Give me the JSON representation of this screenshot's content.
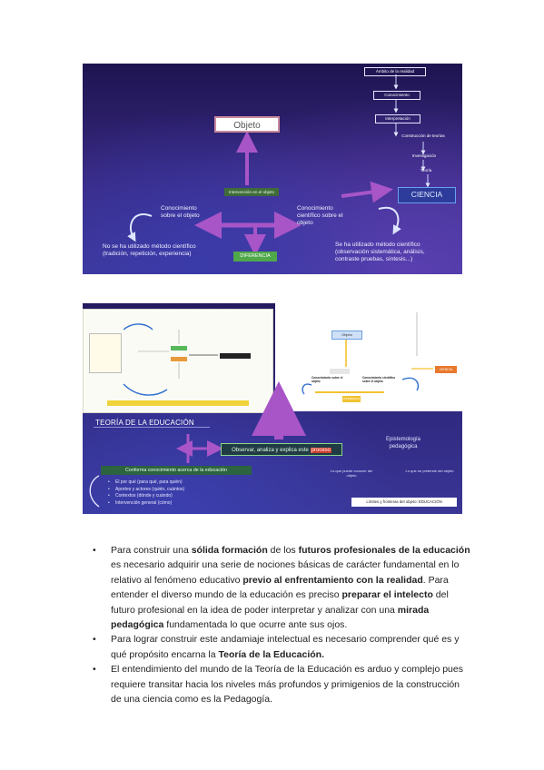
{
  "slide1": {
    "objeto": "Objeto",
    "ciencia": "CIENCIA",
    "intervencion": "Intervención en el objeto",
    "diferencia": "DIFERENCIA",
    "conocimiento_sobre": [
      "Conocimiento",
      "sobre el objeto"
    ],
    "conocimiento_cientifico": [
      "Conocimiento",
      "científico sobre el",
      "objeto"
    ],
    "no_metodo": [
      "No se ha utilizado método científico",
      "(tradición, repetición, experiencia)"
    ],
    "si_metodo": [
      "Se ha utilizado método científico",
      "(observación sistemática, análisis,",
      "contraste pruebas, síntesis...)"
    ],
    "chain": [
      "Ámbito de la realidad",
      "Conocimiento",
      "Interpretación",
      "Construcción de teorías",
      "Investigación",
      "Teoría"
    ]
  },
  "slide2": {
    "teoria_title": "TEORÍA DE LA EDUCACIÓN",
    "observar": "Observar, analiza y explica este",
    "observar_highlight": "proceso",
    "conoce": "Conforma conocimiento acerca de la educación",
    "list": [
      "El por qué (para qué, para quién)",
      "Aportes y actores (quién, cuántos)",
      "Contextos (dónde y cuándo)",
      "Intervención general (cómo)"
    ],
    "epistemologia": [
      "Epistemología",
      "pedagógica"
    ],
    "lim": "Límites y fronteras del objeto: EDUCACIÓN",
    "mini_objeto": "Objeto",
    "mini_ciencia": "CIENCIA",
    "mini_diferencia": "DIFERENCIA",
    "mini_conocimiento": "Conocimiento sobre el objeto",
    "mini_conocimiento_cientifico": "Conocimiento científico sobre el objeto",
    "small_left": "Lo que puede conocer del objeto",
    "small_right": "Lo que se pretende del objeto"
  },
  "bullets": [
    [
      {
        "t": "Para construir una ",
        "b": false
      },
      {
        "t": "sólida formación",
        "b": true
      },
      {
        "t": " de los ",
        "b": false
      },
      {
        "t": "futuros profesionales de la educación",
        "b": true
      },
      {
        "t": " es necesario adquirir una serie de nociones básicas de carácter fundamental en lo relativo al fenómeno educativo ",
        "b": false
      },
      {
        "t": "previo al enfrentamiento con la realidad",
        "b": true
      },
      {
        "t": ". Para entender el diverso mundo de la educación es preciso ",
        "b": false
      },
      {
        "t": "preparar el intelecto",
        "b": true
      },
      {
        "t": " del futuro profesional en la idea de poder interpretar y analizar con una ",
        "b": false
      },
      {
        "t": "mirada pedagógica",
        "b": true
      },
      {
        "t": " fundamentada lo que ocurre ante sus ojos.",
        "b": false
      }
    ],
    [
      {
        "t": "Para lograr construir este andamiaje intelectual es necesario comprender qué es y qué propósito encarna la ",
        "b": false
      },
      {
        "t": "Teoría de la Educación.",
        "b": true
      }
    ],
    [
      {
        "t": "El entendimiento del mundo de la Teoría de la Educación es arduo y complejo pues requiere transitar hacia los niveles más profundos y primigenios de la construcción de una ciencia como es la Pedagogía.",
        "b": false
      }
    ]
  ]
}
